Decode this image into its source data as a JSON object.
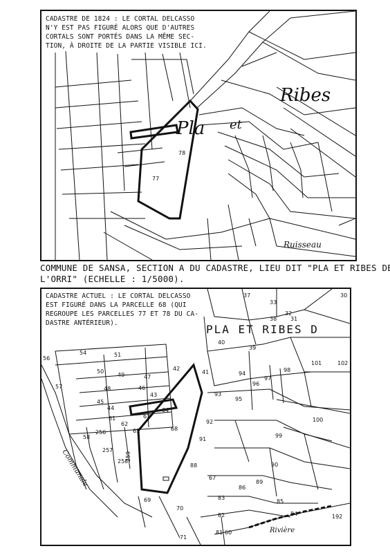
{
  "map_top": {
    "note_lines": [
      "CADASTRE DE 1824 : LE CORTAL DELCASSO",
      "N'Y EST PAS FIGURÉ ALORS QUE D'AUTRES",
      "CORTALS SONT PORTÉS DANS LA MÊME SEC-",
      "TION, À DROITE DE LA PARTIE VISIBLE ICI."
    ],
    "place_pla": "Pla",
    "place_et": "et",
    "place_ribes": "Ribes",
    "ruisseau": "Ruisseau",
    "parcel_77": "77",
    "parcel_78": "78"
  },
  "caption_lines": [
    "COMMUNE DE SANSA, SECTION A DU CADASTRE, LIEU DIT \"PLA ET RIBES DE",
    "L'ORRI\" (ECHELLE : 1/5000)."
  ],
  "map_bottom": {
    "note_lines": [
      "CADASTRE ACTUEL : LE CORTAL DELCASSO",
      "EST FIGURÉ DANS LA PARCELLE 68 (QUI",
      "REGROUPE LES PARCELLES 77 ET 78 DU CA-",
      "DASTRE ANTÉRIEUR)."
    ],
    "place_name": "PLA ET RIBES D",
    "communale": "Communale",
    "riviere": "Rivière",
    "parcels": {
      "p30": "30",
      "p31": "31",
      "p32": "32",
      "p33": "33",
      "p37": "37",
      "p38": "38",
      "p39": "39",
      "p40": "40",
      "p41": "41",
      "p42": "42",
      "p43": "43",
      "p44": "44",
      "p45": "45",
      "p46": "46",
      "p47": "47",
      "p48": "48",
      "p49": "49",
      "p50": "50",
      "p51": "51",
      "p54": "54",
      "p56": "56",
      "p57": "57",
      "p58": "58",
      "p60": "60",
      "p61": "61",
      "p62": "62",
      "p63": "63",
      "p64": "64",
      "p65": "65",
      "p67": "67",
      "p68": "68",
      "p69": "69",
      "p70": "70",
      "p71": "71",
      "p81": "81",
      "p82": "82",
      "p83": "83",
      "p84": "84",
      "p85": "85",
      "p86": "86",
      "p88": "88",
      "p89": "89",
      "p90": "90",
      "p91": "91",
      "p92": "92",
      "p93": "93",
      "p94": "94",
      "p95": "95",
      "p96": "96",
      "p97": "97",
      "p98": "98",
      "p99": "99",
      "p100": "100",
      "p101": "101",
      "p102": "102",
      "p192": "192",
      "p256": "256",
      "p257": "257",
      "p258": "258",
      "p259": "259"
    }
  }
}
